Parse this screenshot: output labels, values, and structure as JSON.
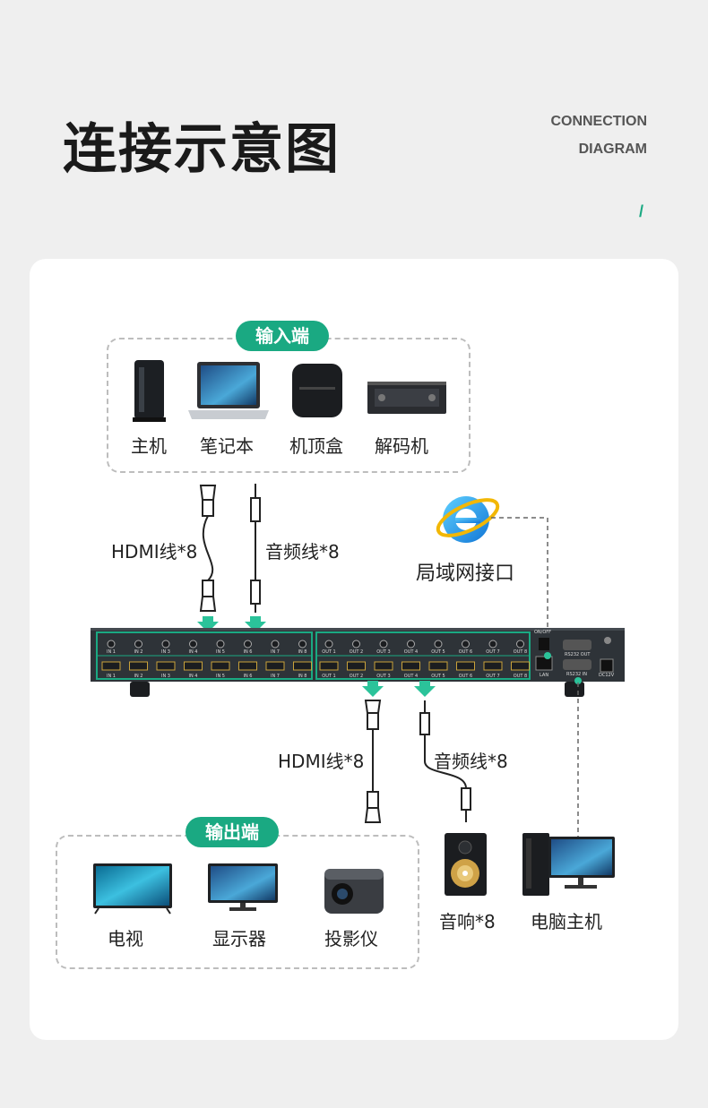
{
  "header": {
    "title": "连接示意图",
    "en_line1": "CONNECTION",
    "en_line2": "DIAGRAM",
    "slash": "/"
  },
  "colors": {
    "accent": "#1aa982",
    "arrow": "#2bc39a",
    "device": "#2e3338"
  },
  "input": {
    "pill": "输入端",
    "devices": [
      {
        "label": "主机",
        "icon": "pc-tower-icon"
      },
      {
        "label": "笔记本",
        "icon": "laptop-icon"
      },
      {
        "label": "机顶盒",
        "icon": "set-top-box-icon"
      },
      {
        "label": "解码机",
        "icon": "decoder-icon"
      }
    ]
  },
  "cables_in": {
    "hdmi": "HDMI线*8",
    "audio": "音频线*8"
  },
  "network": {
    "label": "局域网接口",
    "icon": "ie-browser-icon"
  },
  "matrix": {
    "in_labels": [
      "IN 1",
      "IN 2",
      "IN 3",
      "IN 4",
      "IN 5",
      "IN 6",
      "IN 7",
      "IN 8"
    ],
    "out_labels": [
      "OUT 1",
      "OUT 2",
      "OUT 3",
      "OUT 4",
      "OUT 5",
      "OUT 6",
      "OUT 7",
      "OUT 8"
    ],
    "onoff": "ON/OFF",
    "rs232_out": "RS232 OUT",
    "rs232_in": "RS232 IN",
    "lan": "LAN",
    "dc": "DC12V"
  },
  "cables_out": {
    "hdmi": "HDMI线*8",
    "audio": "音频线*8"
  },
  "output": {
    "pill": "输出端",
    "devices": [
      {
        "label": "电视",
        "icon": "tv-icon"
      },
      {
        "label": "显示器",
        "icon": "monitor-icon"
      },
      {
        "label": "投影仪",
        "icon": "projector-icon"
      }
    ]
  },
  "speaker": {
    "label": "音响*8",
    "icon": "speaker-icon"
  },
  "computer": {
    "label": "电脑主机",
    "icon": "desktop-computer-icon"
  }
}
